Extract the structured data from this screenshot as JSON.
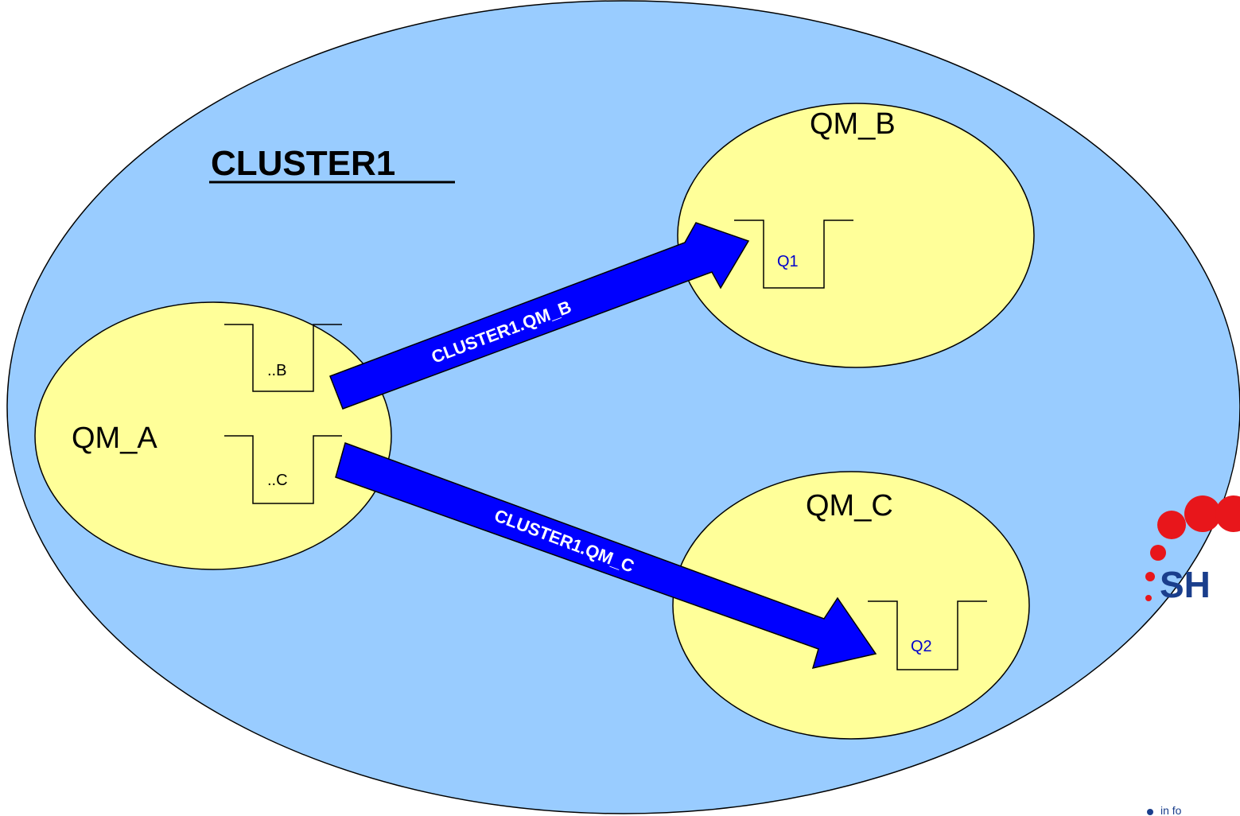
{
  "colors": {
    "cluster_fill": "#99ccff",
    "qm_fill": "#ffff99",
    "arrow_fill": "#0000ff",
    "arrow_text": "#ffffff",
    "queue_label_remote": "#0000cc",
    "logo_red": "#e8161b",
    "logo_blue": "#1a3e8c"
  },
  "cluster": {
    "title": "CLUSTER1"
  },
  "queue_managers": {
    "a": {
      "name": "QM_A",
      "queues": [
        "..B",
        "..C"
      ]
    },
    "b": {
      "name": "QM_B",
      "queues": [
        "Q1"
      ]
    },
    "c": {
      "name": "QM_C",
      "queues": [
        "Q2"
      ]
    }
  },
  "channels": {
    "to_b": "CLUSTER1.QM_B",
    "to_c": "CLUSTER1.QM_C"
  },
  "logo": {
    "text": "SH",
    "tagline": "in fo"
  }
}
